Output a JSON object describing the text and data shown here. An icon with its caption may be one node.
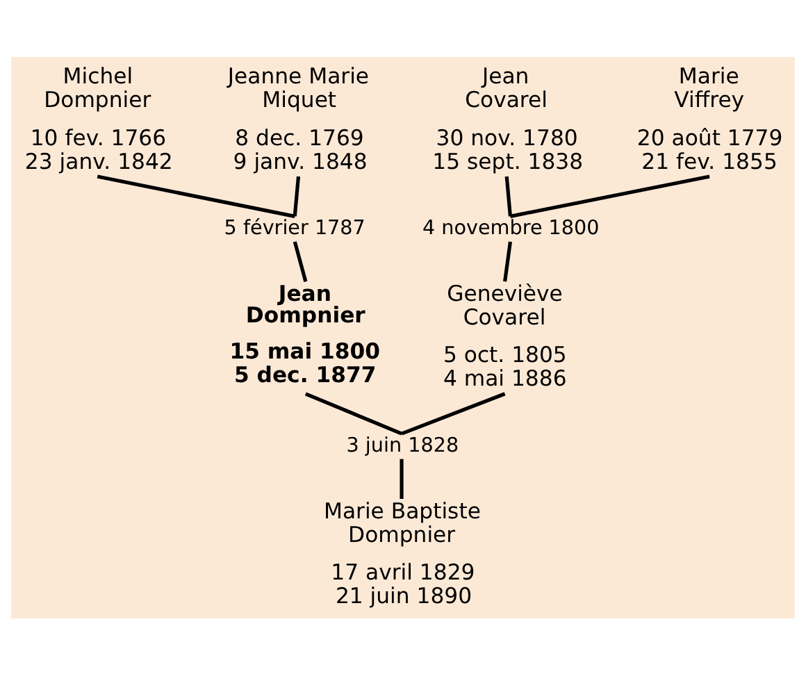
{
  "diagram": {
    "nodes": [
      {
        "text": [
          "Michel Dompnier",
          "10 fev. 1766",
          "23 janv. 1842"
        ]
      },
      {
        "text": [
          "Jeanne Marie Miquet",
          "8 dec. 1769",
          "9 janv. 1848"
        ]
      },
      {
        "text": [
          "Jean Covarel",
          "30 nov. 1780",
          "15 sept. 1838"
        ]
      },
      {
        "text": [
          "Marie Viffrey",
          "20 août 1779",
          "21 fev. 1855"
        ]
      },
      {
        "text": [
          "5 février 1787"
        ]
      },
      {
        "text": [
          "4 novembre 1800"
        ]
      },
      {
        "text": [
          "Jean Dompnier",
          "15 mai 1800",
          "5 dec. 1877"
        ]
      },
      {
        "text": [
          "Geneviève Covarel",
          "5 oct. 1805",
          "4 mai 1886"
        ]
      },
      {
        "text": [
          "3 juin 1828"
        ]
      },
      {
        "text": [
          "Marie Baptiste Dompnier",
          "17 avril 1829",
          "21 juin 1890"
        ]
      }
    ],
    "edges": [
      {
        "from": 0,
        "to": 4,
        "arrow": "none"
      },
      {
        "from": 1,
        "to": 4,
        "arrow": "none"
      },
      {
        "from": 2,
        "to": 5,
        "arrow": "none"
      },
      {
        "from": 3,
        "to": 5,
        "arrow": "none"
      },
      {
        "from": 4,
        "to": 6,
        "arrow": "none"
      },
      {
        "from": 5,
        "to": 7,
        "arrow": "none"
      },
      {
        "from": 6,
        "to": 8,
        "arrow": "none"
      },
      {
        "from": 7,
        "to": 8,
        "arrow": "none"
      },
      {
        "from": 8,
        "to": 9,
        "arrow": "none"
      }
    ]
  }
}
